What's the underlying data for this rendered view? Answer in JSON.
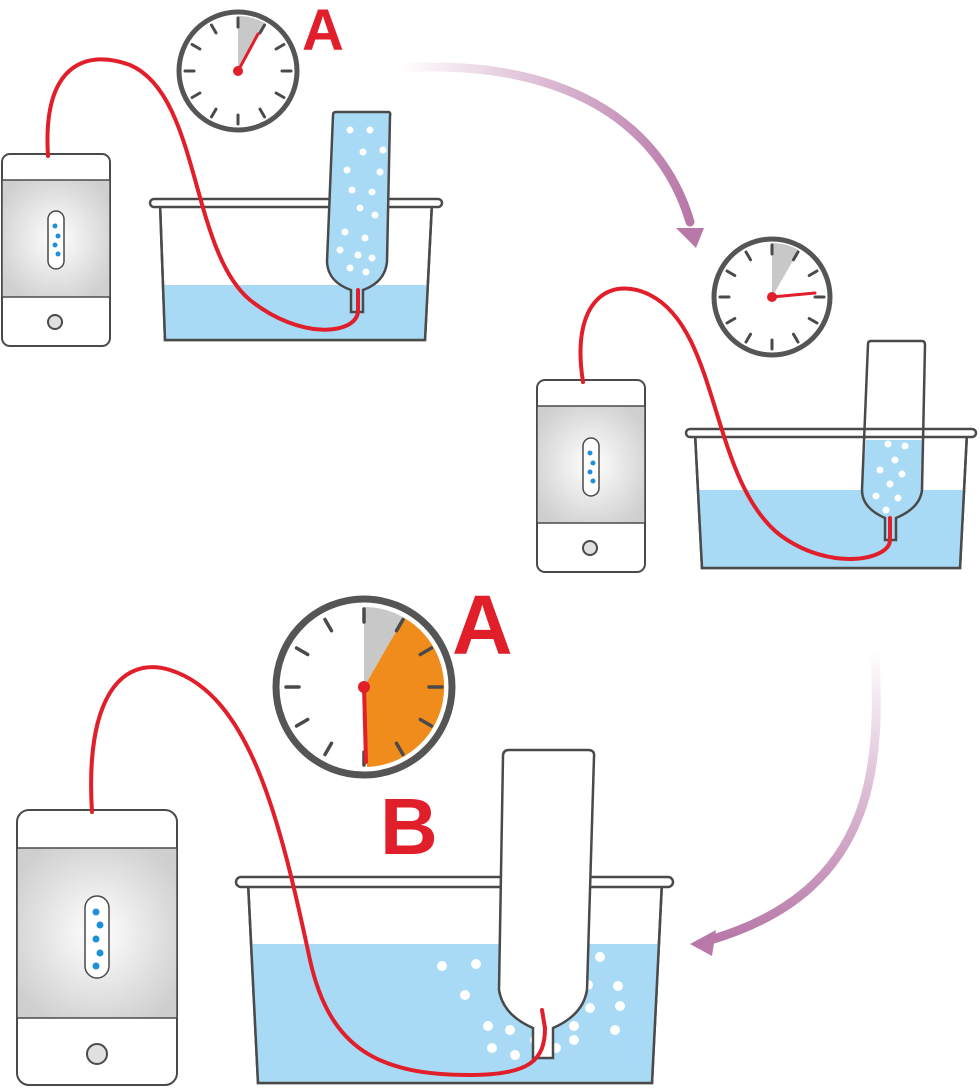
{
  "labels": {
    "stage1_timer": "A",
    "stage3_timer_a": "A",
    "stage3_timer_b": "B"
  },
  "colors": {
    "tube": "#e11f2b",
    "label": "#e11f2b",
    "water": "#a8daf5",
    "bottle_filled": "#a8daf5",
    "flow_arrow": "#b878a8",
    "timer_segment_a": "#c8c8c8",
    "timer_segment_b": "#f08c1c",
    "outline": "#4a4a4a",
    "bubbles": "#ffffff",
    "indicator_dots": "#1e8fd8"
  },
  "icons": [
    "generator-device",
    "stopwatch",
    "water-basin",
    "inverted-bottle",
    "gas-tube",
    "flow-arrow"
  ]
}
